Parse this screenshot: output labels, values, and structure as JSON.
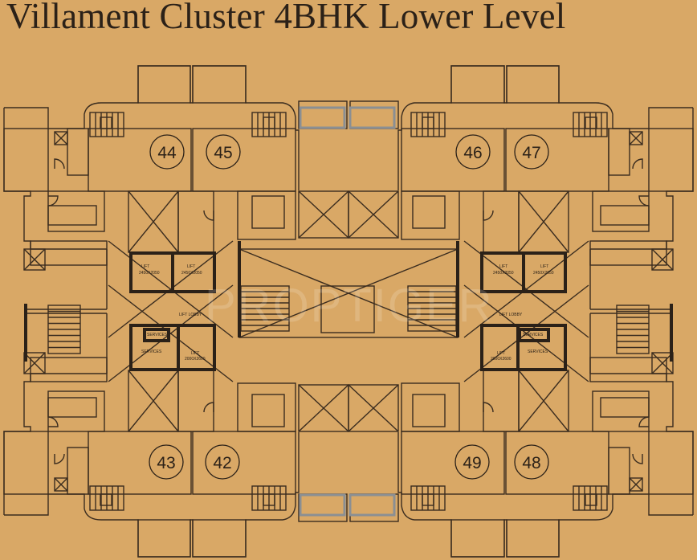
{
  "title": "Villament Cluster 4BHK Lower Level",
  "watermark": "PROPTIGER",
  "units": {
    "u44": "44",
    "u45": "45",
    "u46": "46",
    "u47": "47",
    "u43": "43",
    "u42": "42",
    "u49": "49",
    "u48": "48"
  },
  "cores": {
    "lift": "LIFT",
    "lift_dim_upper": "2450X2050",
    "lift_dim_lower": "2000X2600",
    "lift_lobby": "LIFT LOBBY",
    "services": "SERVICES"
  },
  "colors": {
    "background": "#d9a866",
    "line": "#3a2c1f",
    "wall": "#2b2118",
    "glass": "#8b8f93"
  }
}
